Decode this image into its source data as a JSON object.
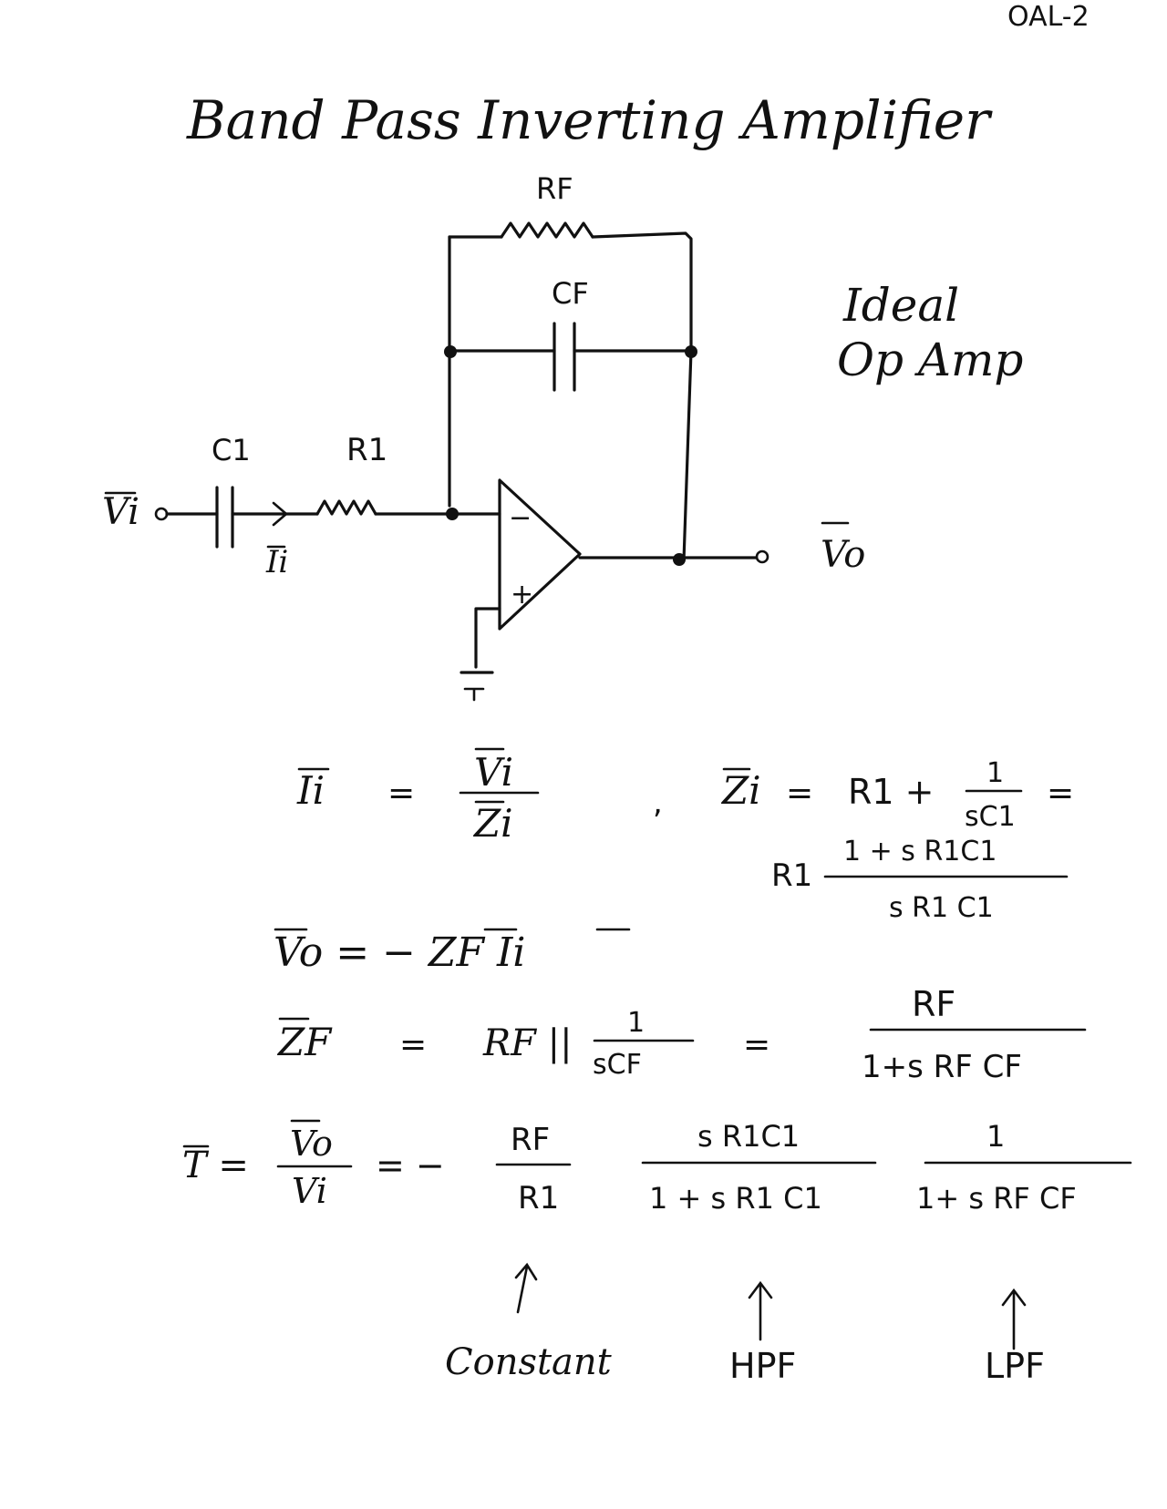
{
  "page": {
    "corner_mark": "OAL-2",
    "title": "Band Pass Inverting Amplifier",
    "note_line1": "Ideal",
    "note_line2": "Op Amp"
  },
  "circuit": {
    "rf": "RF",
    "cf": "CF",
    "c1": "C1",
    "r1": "R1",
    "vi": "Vi",
    "ii": "Ii",
    "vo": "Vo",
    "minus": "−",
    "plus": "+"
  },
  "equations": {
    "eq1_lhs": "Ii",
    "eq1_eq": "=",
    "eq1_num": "Vi",
    "eq1_den": "Zi",
    "eq2_comma": ",",
    "eq2_lhs": "Zi",
    "eq2_eq": "=",
    "eq2_r1": "R1 +",
    "eq2_num": "1",
    "eq2_den": "sC1",
    "eq2_eq2": "=",
    "eq3_r1": "R1",
    "eq3_num": "1 + s R1C1",
    "eq3_den": "s R1 C1",
    "eq4": "Vo = − ZF Ii",
    "eq5_lhs": "ZF",
    "eq5_eq": "=",
    "eq5_mid": "RF ||",
    "eq5_num": "1",
    "eq5_den": "sCF",
    "eq5_eq2": "=",
    "eq5_rnum": "RF",
    "eq5_rden": "1+s RF CF",
    "eq6_lhs": "T =",
    "eq6_num": "Vo",
    "eq6_den": "Vi",
    "eq6_eq": "= −",
    "f1_num": "RF",
    "f1_den": "R1",
    "f2_num": "s R1C1",
    "f2_den": "1 + s R1 C1",
    "f3_num": "1",
    "f3_den": "1+ s RF CF"
  },
  "labels": {
    "constant": "Constant",
    "hpf": "HPF",
    "lpf": "LPF"
  }
}
